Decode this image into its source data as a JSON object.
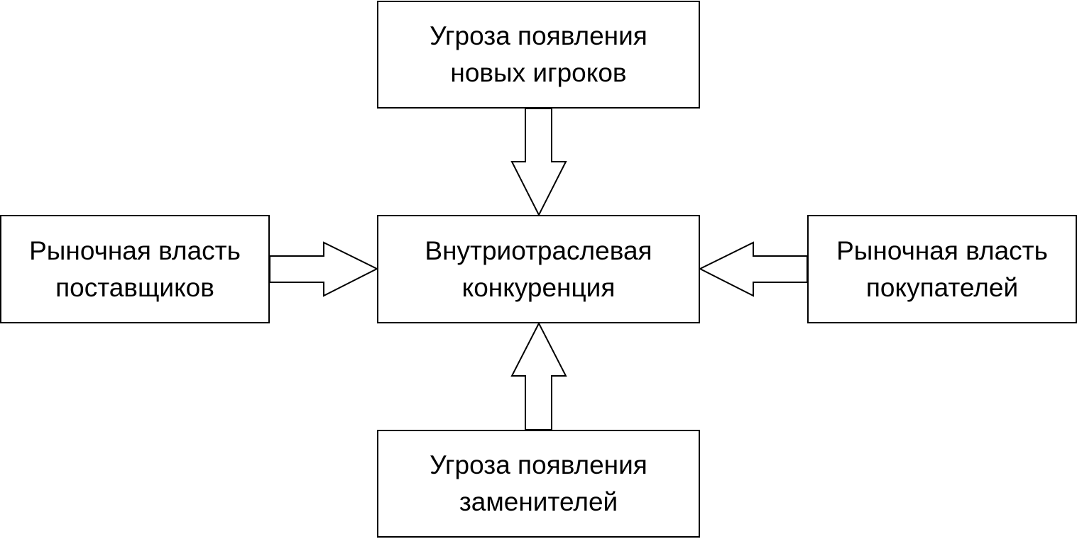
{
  "diagram": {
    "top": {
      "line1": "Угроза появления",
      "line2": "новых игроков"
    },
    "center": {
      "line1": "Внутриотраслевая",
      "line2": "конкуренция"
    },
    "left": {
      "line1": "Рыночная власть",
      "line2": "поставщиков"
    },
    "right": {
      "line1": "Рыночная власть",
      "line2": "покупателей"
    },
    "bottom": {
      "line1": "Угроза появления",
      "line2": "заменителей"
    }
  },
  "colors": {
    "stroke": "#000000",
    "fill": "#ffffff",
    "text": "#000000"
  }
}
